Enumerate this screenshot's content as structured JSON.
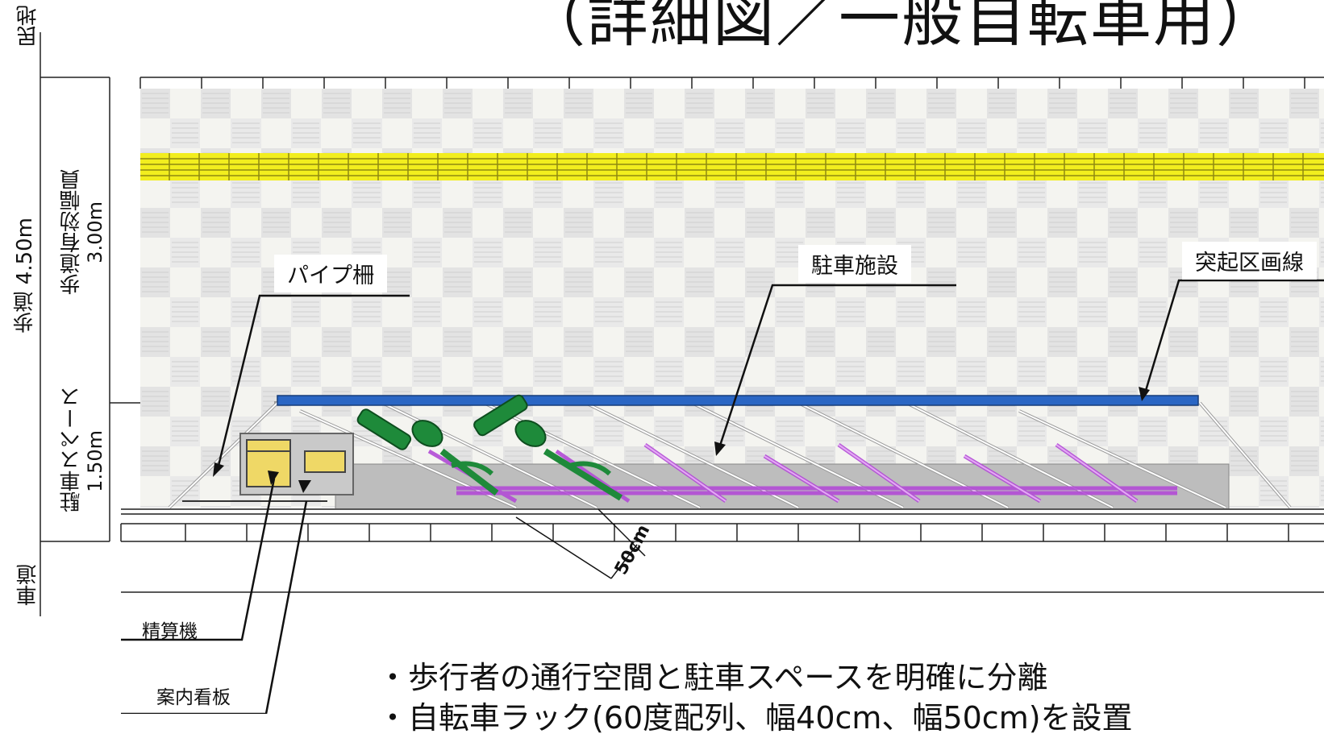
{
  "title": "（詳細図／一般自転車用）",
  "side_labels": {
    "private_land": "民地",
    "sidewalk": "歩道 4.50m",
    "effective_width": "歩道有効幅員",
    "effective_width_value": "3.00m",
    "parking_space": "駐車スペース",
    "parking_space_value": "1.50m",
    "roadway": "車道"
  },
  "callouts": {
    "pipe_fence": "パイプ柵",
    "parking_facility": "駐車施設",
    "raised_line": "突起区画線",
    "pay_machine": "精算機",
    "guide_sign": "案内看板"
  },
  "dimension": "50cm",
  "notes": [
    "・歩行者の通行空間と駐車スペースを明確に分離",
    "・自転車ラック(60度配列、幅40cm、幅50cm)を設置"
  ],
  "colors": {
    "tactile_paving": "#f2ee1e",
    "raised_line": "#2a66c4",
    "rack": "#b24bd6",
    "bicycle": "#1e8a3a",
    "pay_machine": "#efd866",
    "parking_area": "#bdbdbd"
  }
}
